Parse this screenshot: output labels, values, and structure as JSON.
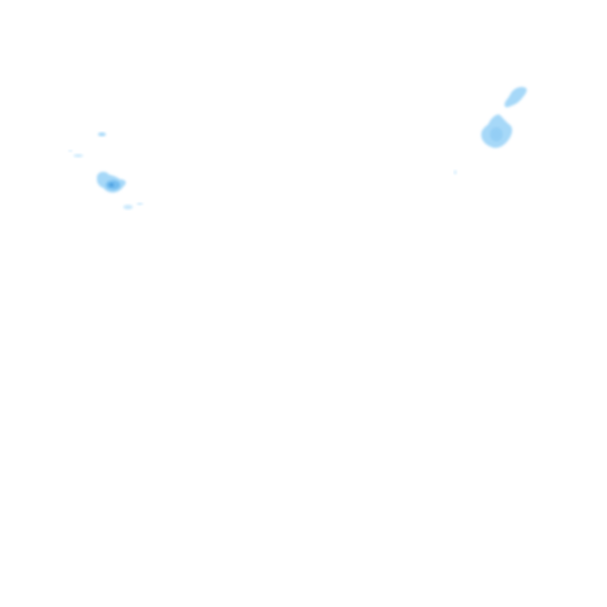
{
  "map": {
    "type": "precipitation-radar-tile",
    "background": "#ffffff",
    "colors": {
      "light": "#cbe9fc",
      "mid": "#a6d8f8",
      "strong": "#74bdf0",
      "core": "#4a9ee0"
    },
    "cells": [
      {
        "id": "cell-west-main",
        "intensity": "strong"
      },
      {
        "id": "cell-west-small-a",
        "intensity": "light"
      },
      {
        "id": "cell-west-small-b",
        "intensity": "light"
      },
      {
        "id": "cell-west-small-c",
        "intensity": "light"
      },
      {
        "id": "cell-east-main",
        "intensity": "mid"
      },
      {
        "id": "cell-east-tail",
        "intensity": "mid"
      },
      {
        "id": "cell-east-fleck",
        "intensity": "light"
      }
    ]
  }
}
